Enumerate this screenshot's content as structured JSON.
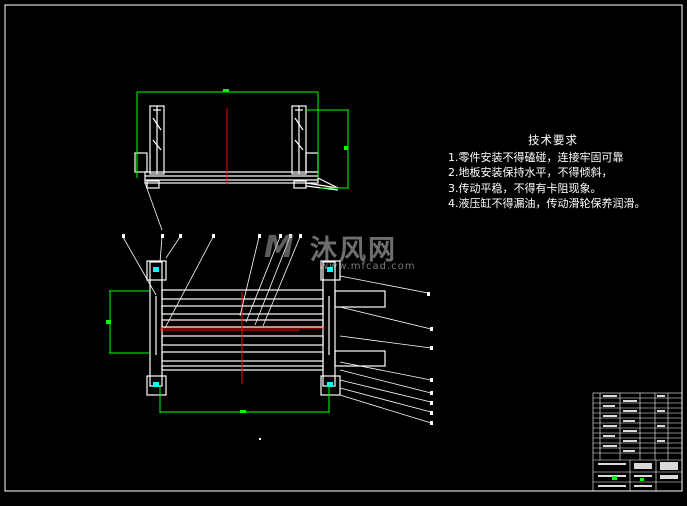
{
  "drawing": {
    "colors": {
      "background": "#000000",
      "line": "#ffffff",
      "dimension": "#00ff00",
      "centerline": "#ff0000",
      "accent": "#00ffff"
    }
  },
  "tech_notes": {
    "title": "技术要求",
    "lines": [
      "1.零件安装不得磕碰，连接牢固可靠",
      "2.地板安装保持水平，不得倾斜，",
      "3.传动平稳，不得有卡阻现象。",
      "4.液压缸不得漏油，传动滑轮保养润滑。"
    ]
  },
  "watermark": {
    "logo": "M",
    "text": "沐风网",
    "url": "www.mfcad.com"
  }
}
